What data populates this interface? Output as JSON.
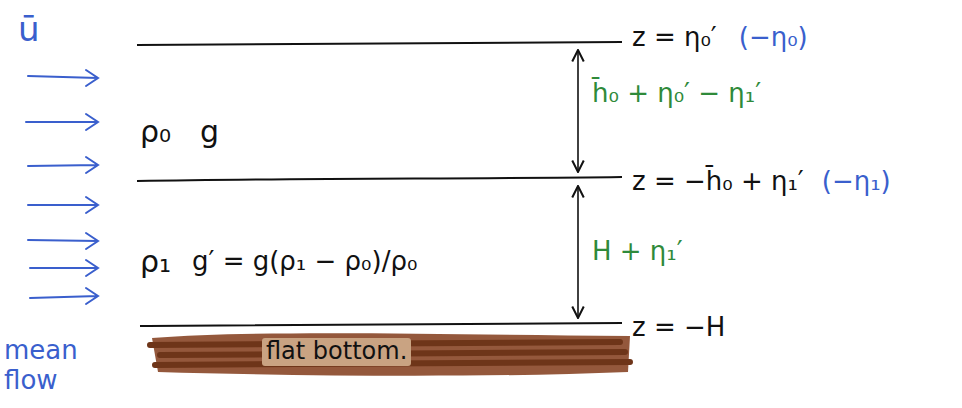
{
  "diagram": {
    "labels": [
      "ū",
      "z = η₀′",
      "(−η₀)",
      "ρ₀",
      "g",
      "h̄₀ + η₀′ − η₁′",
      "z = −h̄₀ + η₁′",
      "(−η₁)",
      "ρ₁",
      "g′ = g(ρ₁ − ρ₀)/ρ₀",
      "H + η₁′",
      "z = −H",
      "mean flow",
      "flat bottom."
    ]
  }
}
